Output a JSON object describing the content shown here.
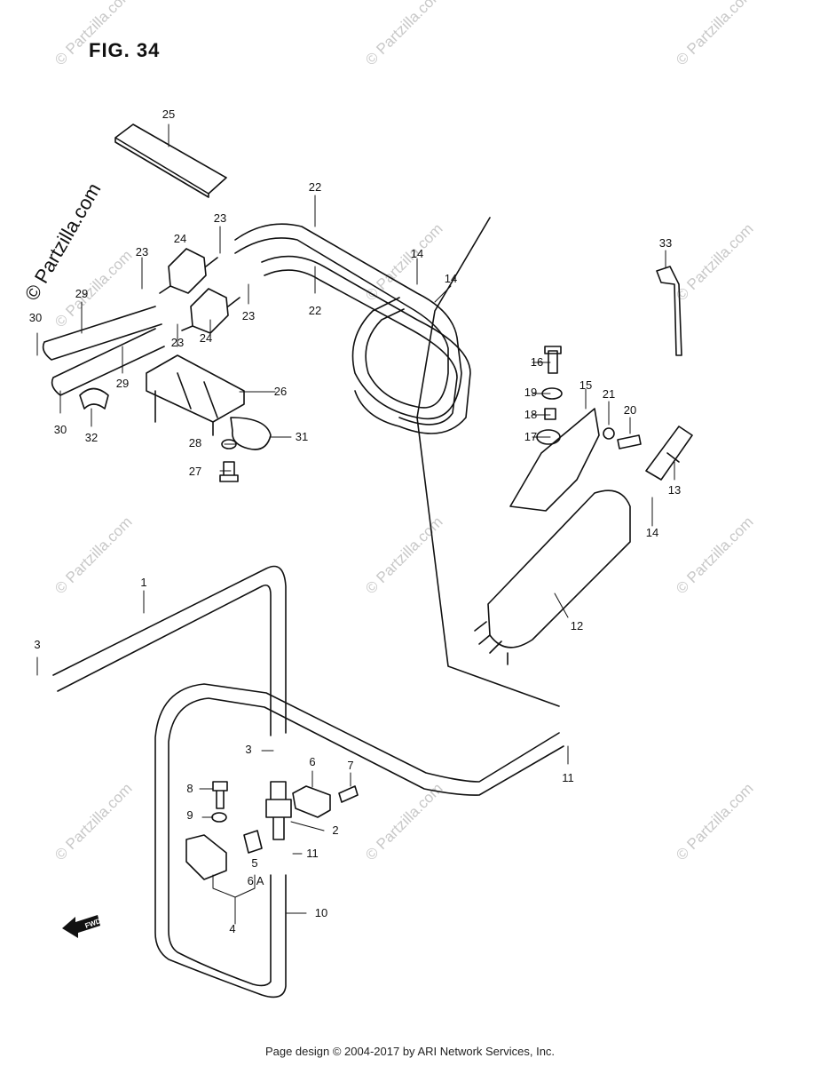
{
  "figure": {
    "title": "FIG. 34"
  },
  "watermark": {
    "text": "© Partzilla.com"
  },
  "footer": {
    "text": "Page design © 2004-2017 by ARI Network Services, Inc."
  },
  "fwd_label": "FWD",
  "callouts": [
    "25",
    "22",
    "22",
    "23",
    "23",
    "23",
    "23",
    "24",
    "24",
    "29",
    "29",
    "30",
    "30",
    "32",
    "26",
    "31",
    "28",
    "27",
    "14",
    "14",
    "33",
    "16",
    "19",
    "18",
    "17",
    "15",
    "21",
    "20",
    "13",
    "14",
    "12",
    "1",
    "3",
    "3",
    "6",
    "7",
    "8",
    "9",
    "2",
    "11",
    "5",
    "6 A",
    "4",
    "10",
    "11"
  ],
  "colors": {
    "line": "#111111",
    "watermark": "#c8c8c8",
    "background": "#ffffff"
  }
}
